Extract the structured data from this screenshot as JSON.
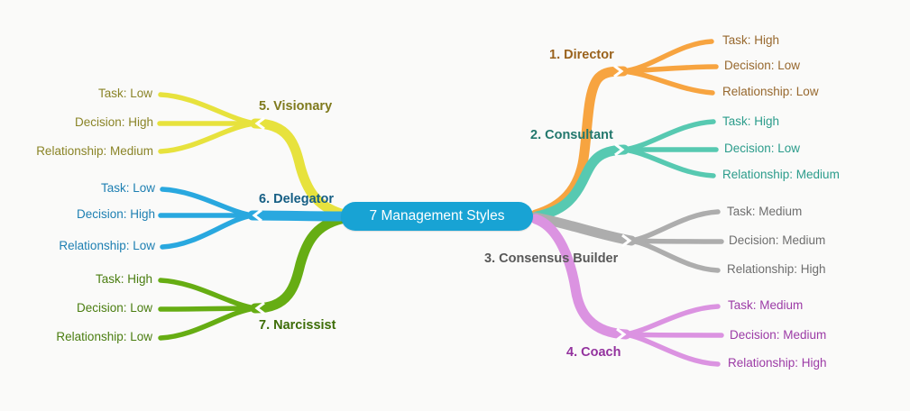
{
  "title": "7 Management Styles mind map",
  "center": {
    "label": "7 Management Styles",
    "fill": "#18a3d4",
    "text_color": "#ffffff"
  },
  "branches": [
    {
      "label": "1. Director",
      "side": "right",
      "line_color": "#f7a440",
      "label_color": "#9a621c",
      "leaf_color": "#97682e",
      "leaves": [
        "Task: High",
        "Decision: Low",
        "Relationship: Low"
      ]
    },
    {
      "label": "2. Consultant",
      "side": "right",
      "line_color": "#57c9b1",
      "label_color": "#22786d",
      "leaf_color": "#2b9c8b",
      "leaves": [
        "Task: High",
        "Decision: Low",
        "Relationship: Medium"
      ]
    },
    {
      "label": "3. Consensus Builder",
      "side": "right",
      "line_color": "#adadad",
      "label_color": "#585858",
      "leaf_color": "#6e6e6e",
      "leaves": [
        "Task: Medium",
        "Decision: Medium",
        "Relationship: High"
      ]
    },
    {
      "label": "4. Coach",
      "side": "right",
      "line_color": "#db93e1",
      "label_color": "#93329e",
      "leaf_color": "#9c3ba6",
      "leaves": [
        "Task: Medium",
        "Decision: Medium",
        "Relationship: High"
      ]
    },
    {
      "label": "5. Visionary",
      "side": "left",
      "line_color": "#e7e23d",
      "label_color": "#7f7a1d",
      "leaf_color": "#8a8427",
      "leaves": [
        "Task: Low",
        "Decision: High",
        "Relationship: Medium"
      ]
    },
    {
      "label": "6. Delegator",
      "side": "left",
      "line_color": "#29a8df",
      "label_color": "#155e84",
      "leaf_color": "#1d7fb2",
      "leaves": [
        "Task: Low",
        "Decision: High",
        "Relationship: Low"
      ]
    },
    {
      "label": "7. Narcissist",
      "side": "left",
      "line_color": "#66ad13",
      "label_color": "#3d6d07",
      "leaf_color": "#4a7d10",
      "leaves": [
        "Task: High",
        "Decision: Low",
        "Relationship: Low"
      ]
    }
  ]
}
